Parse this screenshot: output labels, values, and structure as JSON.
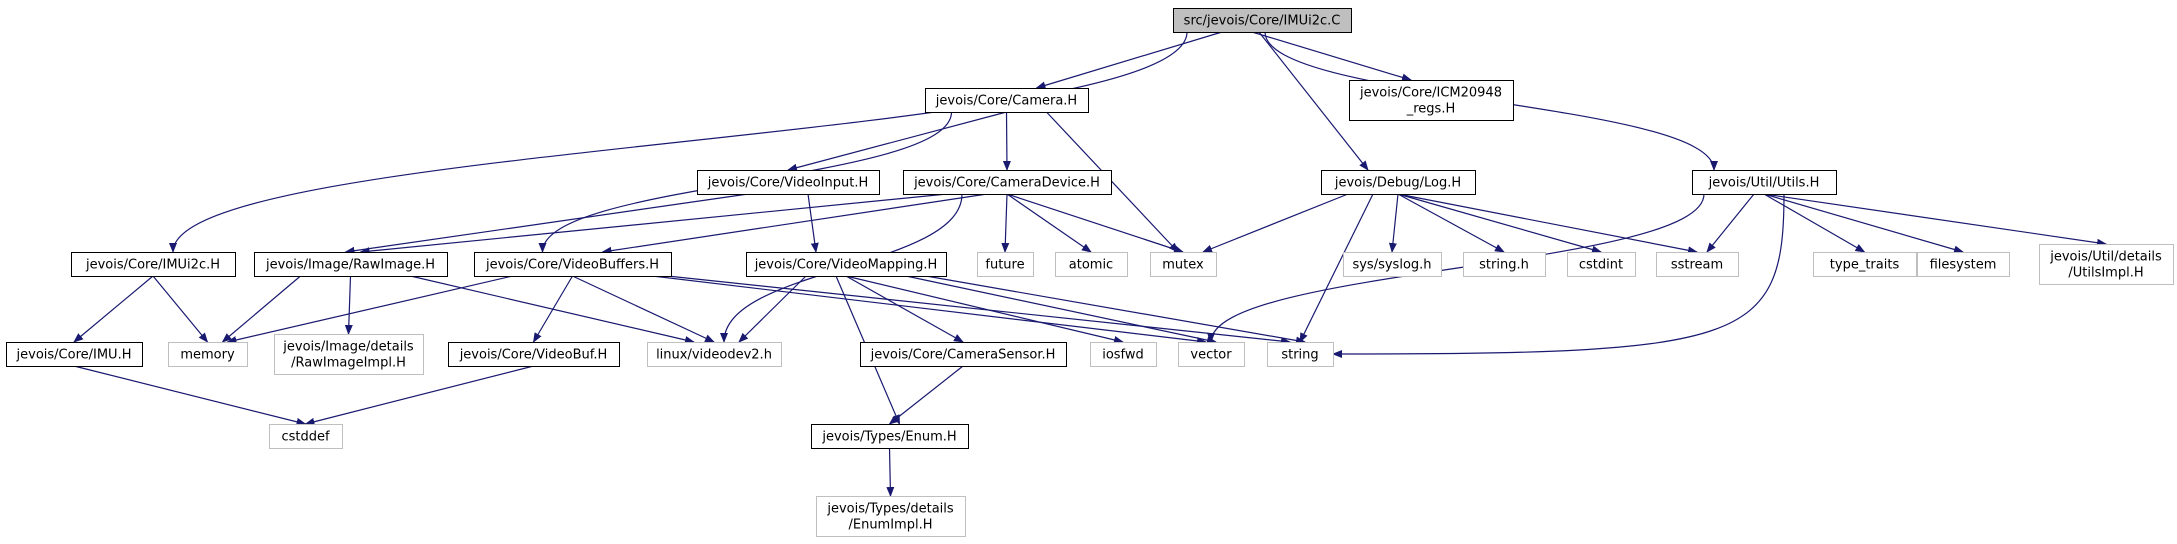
{
  "diagram": {
    "type": "include-dependency-graph",
    "colors": {
      "edge": "#191970",
      "root_fill": "#bfbfbf",
      "node_border": "#000000",
      "external_border": "#bfbfbf",
      "text": "#000000"
    },
    "nodes": [
      {
        "id": "root",
        "lines": [
          "src/jevois/Core/IMUi2c.C"
        ],
        "kind": "root"
      },
      {
        "id": "camera",
        "lines": [
          "jevois/Core/Camera.H"
        ],
        "kind": "file"
      },
      {
        "id": "icm",
        "lines": [
          "jevois/Core/ICM20948",
          "_regs.H"
        ],
        "kind": "file"
      },
      {
        "id": "imui2ch",
        "lines": [
          "jevois/Core/IMUi2c.H"
        ],
        "kind": "file"
      },
      {
        "id": "videoinput",
        "lines": [
          "jevois/Core/VideoInput.H"
        ],
        "kind": "file"
      },
      {
        "id": "cameradevice",
        "lines": [
          "jevois/Core/CameraDevice.H"
        ],
        "kind": "file"
      },
      {
        "id": "log",
        "lines": [
          "jevois/Debug/Log.H"
        ],
        "kind": "file"
      },
      {
        "id": "utils",
        "lines": [
          "jevois/Util/Utils.H"
        ],
        "kind": "file"
      },
      {
        "id": "rawimage",
        "lines": [
          "jevois/Image/RawImage.H"
        ],
        "kind": "file"
      },
      {
        "id": "videobuffers",
        "lines": [
          "jevois/Core/VideoBuffers.H"
        ],
        "kind": "file"
      },
      {
        "id": "videomapping",
        "lines": [
          "jevois/Core/VideoMapping.H"
        ],
        "kind": "file"
      },
      {
        "id": "future",
        "lines": [
          "future"
        ],
        "kind": "external"
      },
      {
        "id": "atomic",
        "lines": [
          "atomic"
        ],
        "kind": "external"
      },
      {
        "id": "mutex",
        "lines": [
          "mutex"
        ],
        "kind": "external"
      },
      {
        "id": "syslog",
        "lines": [
          "sys/syslog.h"
        ],
        "kind": "external"
      },
      {
        "id": "stringh",
        "lines": [
          "string.h"
        ],
        "kind": "external"
      },
      {
        "id": "cstdint",
        "lines": [
          "cstdint"
        ],
        "kind": "external"
      },
      {
        "id": "sstream",
        "lines": [
          "sstream"
        ],
        "kind": "external"
      },
      {
        "id": "typetraits",
        "lines": [
          "type_traits"
        ],
        "kind": "external"
      },
      {
        "id": "filesystem",
        "lines": [
          "filesystem"
        ],
        "kind": "external"
      },
      {
        "id": "utilsimpl",
        "lines": [
          "jevois/Util/details",
          "/UtilsImpl.H"
        ],
        "kind": "external"
      },
      {
        "id": "imuh",
        "lines": [
          "jevois/Core/IMU.H"
        ],
        "kind": "file"
      },
      {
        "id": "memory",
        "lines": [
          "memory"
        ],
        "kind": "external"
      },
      {
        "id": "rawimageimpl",
        "lines": [
          "jevois/Image/details",
          "/RawImageImpl.H"
        ],
        "kind": "external"
      },
      {
        "id": "videodev2",
        "lines": [
          "linux/videodev2.h"
        ],
        "kind": "external"
      },
      {
        "id": "videobuf",
        "lines": [
          "jevois/Core/VideoBuf.H"
        ],
        "kind": "file"
      },
      {
        "id": "camerasensor",
        "lines": [
          "jevois/Core/CameraSensor.H"
        ],
        "kind": "file"
      },
      {
        "id": "iosfwd",
        "lines": [
          "iosfwd"
        ],
        "kind": "external"
      },
      {
        "id": "vector",
        "lines": [
          "vector"
        ],
        "kind": "external"
      },
      {
        "id": "string",
        "lines": [
          "string"
        ],
        "kind": "external"
      },
      {
        "id": "cstddef",
        "lines": [
          "cstddef"
        ],
        "kind": "external"
      },
      {
        "id": "enumh",
        "lines": [
          "jevois/Types/Enum.H"
        ],
        "kind": "file"
      },
      {
        "id": "enumimpl",
        "lines": [
          "jevois/Types/details",
          "/EnumImpl.H"
        ],
        "kind": "external"
      }
    ],
    "edges": [
      [
        "root",
        "camera"
      ],
      [
        "root",
        "icm"
      ],
      [
        "root",
        "imui2ch"
      ],
      [
        "root",
        "log"
      ],
      [
        "root",
        "utils"
      ],
      [
        "camera",
        "videoinput"
      ],
      [
        "camera",
        "cameradevice"
      ],
      [
        "camera",
        "videobuffers"
      ],
      [
        "camera",
        "mutex"
      ],
      [
        "videoinput",
        "rawimage"
      ],
      [
        "videoinput",
        "videomapping"
      ],
      [
        "cameradevice",
        "rawimage"
      ],
      [
        "cameradevice",
        "videobuffers"
      ],
      [
        "cameradevice",
        "videodev2"
      ],
      [
        "cameradevice",
        "future"
      ],
      [
        "cameradevice",
        "atomic"
      ],
      [
        "cameradevice",
        "mutex"
      ],
      [
        "imui2ch",
        "imuh"
      ],
      [
        "imui2ch",
        "memory"
      ],
      [
        "imuh",
        "cstddef"
      ],
      [
        "rawimage",
        "memory"
      ],
      [
        "rawimage",
        "rawimageimpl"
      ],
      [
        "rawimage",
        "videodev2"
      ],
      [
        "videobuffers",
        "memory"
      ],
      [
        "videobuffers",
        "videobuf"
      ],
      [
        "videobuffers",
        "videodev2"
      ],
      [
        "videobuffers",
        "vector"
      ],
      [
        "videobuffers",
        "string"
      ],
      [
        "videobuf",
        "cstddef"
      ],
      [
        "videomapping",
        "videodev2"
      ],
      [
        "videomapping",
        "enumh"
      ],
      [
        "videomapping",
        "camerasensor"
      ],
      [
        "videomapping",
        "iosfwd"
      ],
      [
        "videomapping",
        "vector"
      ],
      [
        "videomapping",
        "string"
      ],
      [
        "camerasensor",
        "enumh"
      ],
      [
        "enumh",
        "enumimpl"
      ],
      [
        "log",
        "mutex"
      ],
      [
        "log",
        "string"
      ],
      [
        "log",
        "syslog"
      ],
      [
        "log",
        "stringh"
      ],
      [
        "log",
        "cstdint"
      ],
      [
        "log",
        "sstream"
      ],
      [
        "utils",
        "vector"
      ],
      [
        "utils",
        "string"
      ],
      [
        "utils",
        "sstream"
      ],
      [
        "utils",
        "typetraits"
      ],
      [
        "utils",
        "filesystem"
      ],
      [
        "utils",
        "utilsimpl"
      ]
    ]
  }
}
